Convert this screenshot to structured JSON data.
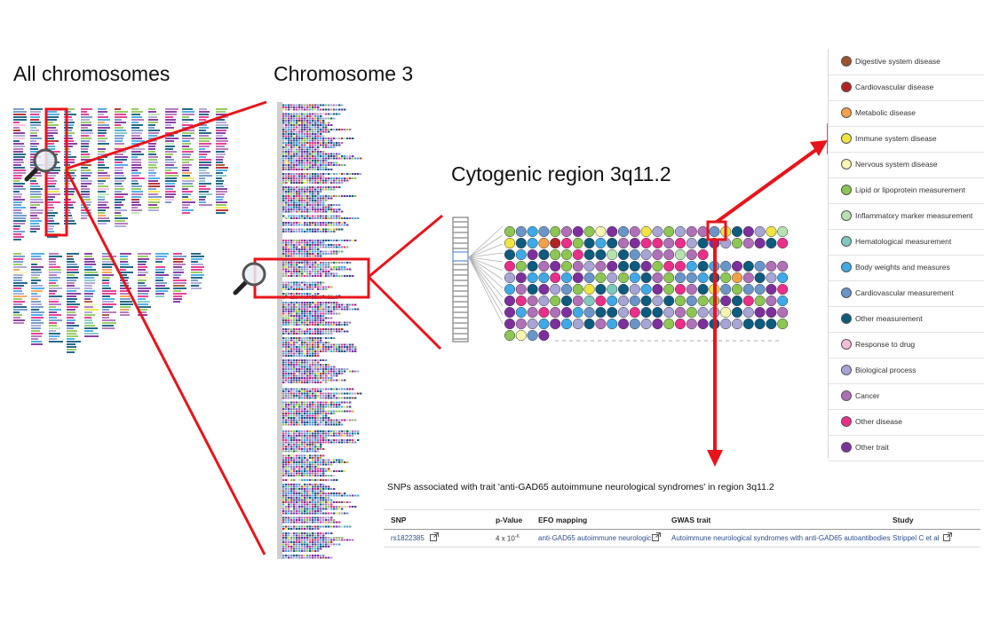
{
  "titles": {
    "all_chromosomes": "All chromosomes",
    "chromosome_3": "Chromosome 3",
    "cytogenic_region": "Cytogenic region 3q11.2"
  },
  "legend": {
    "items": [
      {
        "label": "Digestive system disease",
        "color": "#a0522d"
      },
      {
        "label": "Cardiovascular disease",
        "color": "#b22222"
      },
      {
        "label": "Metabolic disease",
        "color": "#f4a04a"
      },
      {
        "label": "Immune system disease",
        "color": "#f0e442"
      },
      {
        "label": "Nervous system disease",
        "color": "#f7f5b2"
      },
      {
        "label": "Lipid or lipoprotein measurement",
        "color": "#8cc653"
      },
      {
        "label": "Inflammatory marker measurement",
        "color": "#b7e2b0"
      },
      {
        "label": "Hematological measurement",
        "color": "#7fc8c0"
      },
      {
        "label": "Body weights and measures",
        "color": "#3fa9e8"
      },
      {
        "label": "Cardiovascular measurement",
        "color": "#6a95c9"
      },
      {
        "label": "Other measurement",
        "color": "#0e5b80"
      },
      {
        "label": "Response to drug",
        "color": "#f5bcd8"
      },
      {
        "label": "Biological process",
        "color": "#a7a4d6"
      },
      {
        "label": "Cancer",
        "color": "#b070b8"
      },
      {
        "label": "Other disease",
        "color": "#ea2f8a"
      },
      {
        "label": "Other trait",
        "color": "#7e2f9e"
      }
    ],
    "highlighted": "Immune system disease"
  },
  "snp_table": {
    "title": "SNPs associated with trait 'anti-GAD65 autoimmune neurological syndromes' in region 3q11.2",
    "headers": [
      "SNP",
      "p-Value",
      "EFO mapping",
      "GWAS trait",
      "Study"
    ],
    "row": {
      "snp": "rs1822385",
      "p_value": "4 x 10",
      "p_exponent": "-6",
      "efo_mapping": "anti-GAD65 autoimmune neurologic",
      "gwas_trait": "Autoimmune neurological syndromes with anti-GAD65 autoantibodies",
      "study": "Strippel C et al"
    }
  },
  "colors": {
    "highlight": "#e8141b",
    "link": "#2a4f8f"
  },
  "icons": {
    "magnifier": "magnifier-icon",
    "external_link": "external-link-icon"
  }
}
